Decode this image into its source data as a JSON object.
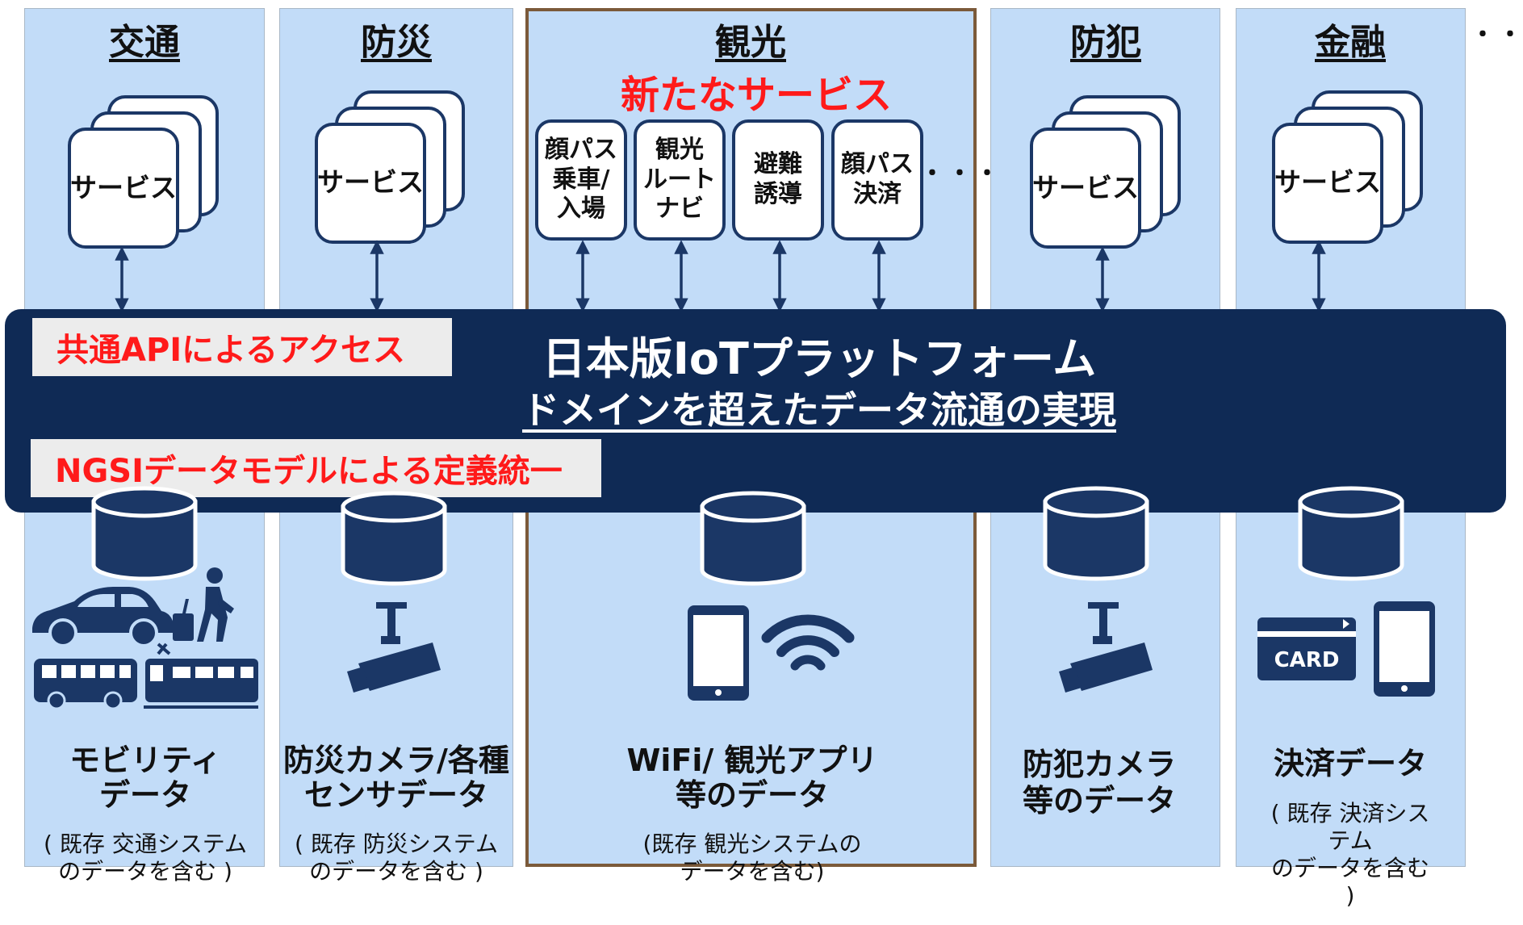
{
  "domains": [
    {
      "name": "交通"
    },
    {
      "name": "防災"
    },
    {
      "name": "観光",
      "new_services_label": "新たなサービス"
    },
    {
      "name": "防犯"
    },
    {
      "name": "金融"
    }
  ],
  "more_domains_marker": "・・・",
  "service_label": "サービス",
  "tourism_services": [
    "顔パス\n乗車/\n入場",
    "観光\nルート\nナビ",
    "避難\n誘導",
    "顔パス\n決済"
  ],
  "more_services_marker": "・・・",
  "platform": {
    "title": "日本版IoTプラットフォーム",
    "subtitle": "ドメインを超えたデータ流通の実現",
    "api_tag": "共通APIによるアクセス",
    "model_tag": "NGSIデータモデルによる定義統一"
  },
  "data_sources": [
    {
      "name": "モビリティ\nデータ",
      "note": "( 既存 交通システム\nのデータを含む )"
    },
    {
      "name": "防災カメラ/各種\nセンサデータ",
      "note": "( 既存 防災システム\nのデータを含む )"
    },
    {
      "name": "WiFi/ 観光アプリ\n等のデータ",
      "note": "(既存 観光システムの\nデータを含む)"
    },
    {
      "name": "防犯カメラ\n等のデータ",
      "note": ""
    },
    {
      "name": "決済データ",
      "note": "( 既存 決済システム\nのデータを含む )"
    }
  ],
  "card_icon_text": "CARD",
  "colors": {
    "column_bg": "#c2dcf8",
    "platform_bg": "#0f2a55",
    "accent_red": "#ff1a1a",
    "icon_navy": "#1b3766",
    "highlight_border": "#7b5a3a"
  },
  "icons": [
    "car-icon",
    "pedestrian-luggage-icon",
    "bus-icon",
    "train-icon",
    "security-camera-icon",
    "smartphone-icon",
    "wifi-icon",
    "credit-card-icon",
    "database-icon"
  ]
}
